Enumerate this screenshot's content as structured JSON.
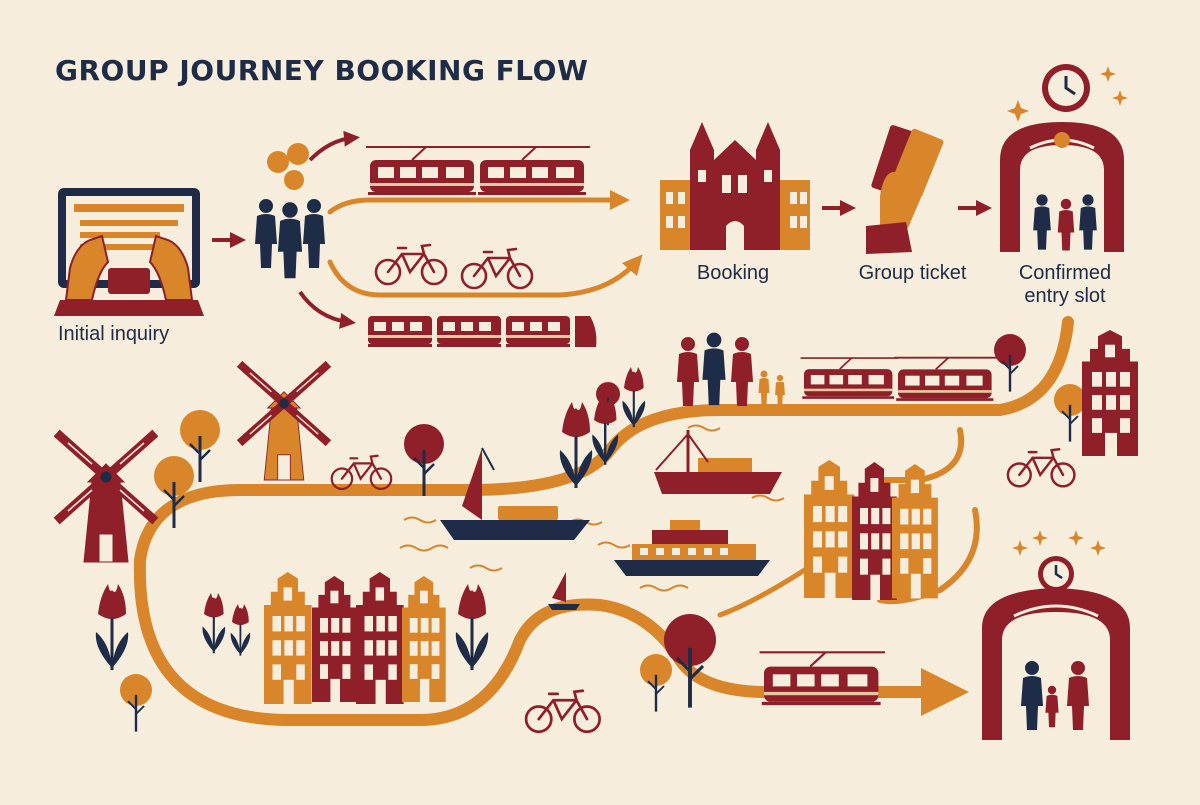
{
  "title": "GROUP JOURNEY BOOKING FLOW",
  "steps": {
    "inquiry": "Initial inquiry",
    "booking": "Booking",
    "ticket": "Group ticket",
    "confirm": "Confirmed entry slot"
  },
  "colors": {
    "background": "#f6eddc",
    "maroon": "#8f1f28",
    "orange": "#d9862a",
    "navy": "#1e2c48",
    "tan": "#e4c9a0"
  },
  "icons": [
    "laptop-icon",
    "hands-icon",
    "group-icon",
    "chat-bubbles-icon",
    "tram-icon",
    "bicycle-icon",
    "train-icon",
    "palace-icon",
    "ticket-hand-icon",
    "gate-icon",
    "clock-icon",
    "windmill-icon",
    "boat-icon",
    "ferry-icon",
    "canal-house-icon",
    "tulip-icon",
    "tree-icon",
    "family-icon",
    "sparkle-icon"
  ]
}
